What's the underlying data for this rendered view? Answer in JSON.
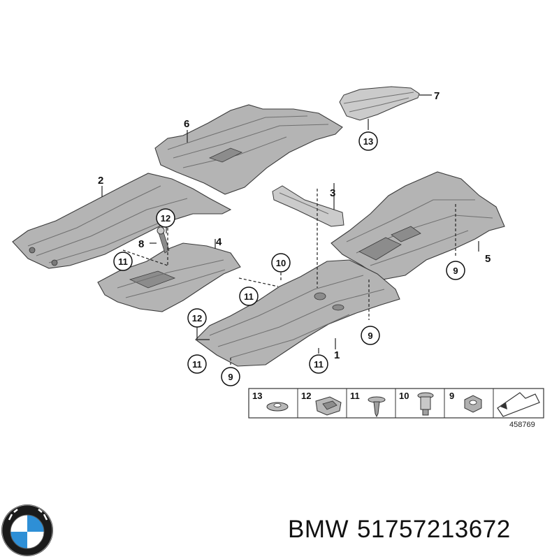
{
  "callouts": {
    "c1": "1",
    "c2": "2",
    "c3": "3",
    "c4": "4",
    "c5": "5",
    "c6": "6",
    "c7": "7",
    "c8": "8",
    "circled": {
      "a13": "13",
      "b12": "12",
      "c11": "11",
      "d10": "10",
      "e11": "11",
      "f9": "9",
      "g12": "12",
      "h9": "9",
      "i11": "11",
      "j9": "9",
      "k11": "11"
    }
  },
  "legend": {
    "items": [
      "13",
      "12",
      "11",
      "10",
      "9"
    ],
    "reference": "458769"
  },
  "caption": {
    "brand": "BMW",
    "part_number": "51757213672"
  },
  "logo": {
    "text": "BMW",
    "colors": {
      "blue": "#2e8fd6",
      "white": "#ffffff",
      "ring": "#1a1a1a"
    }
  }
}
